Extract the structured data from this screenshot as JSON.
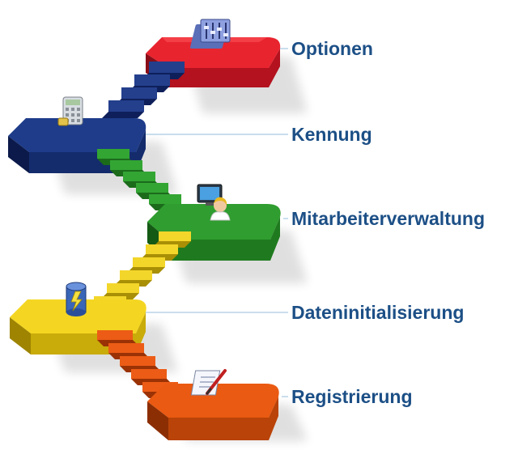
{
  "steps": [
    {
      "label": "Optionen",
      "icon": "settings-panel-icon",
      "color": "#d42030"
    },
    {
      "label": "Kennung",
      "icon": "calculator-icon",
      "color": "#1e3c8a"
    },
    {
      "label": "Mitarbeiterverwaltung",
      "icon": "user-computer-icon",
      "color": "#2e9a2e"
    },
    {
      "label": "Dateninitialisierung",
      "icon": "database-icon",
      "color": "#f0d21e"
    },
    {
      "label": "Registrierung",
      "icon": "document-pen-icon",
      "color": "#e8570f"
    }
  ],
  "label_color": "#1c4f86",
  "connector_color": "#b8d4e8"
}
